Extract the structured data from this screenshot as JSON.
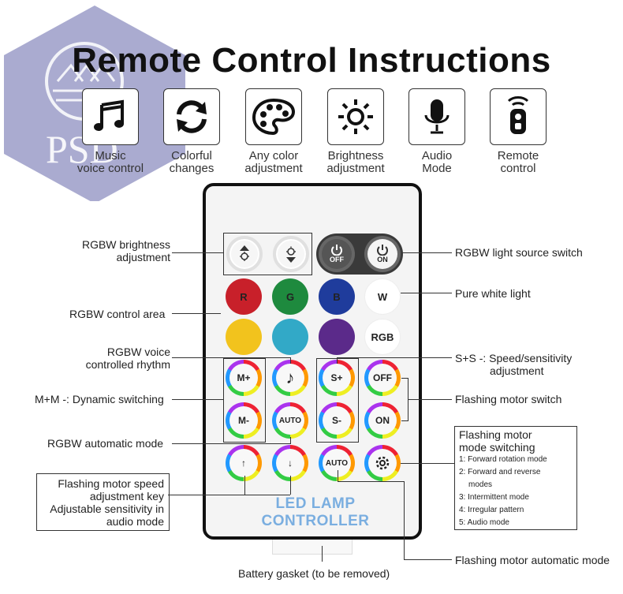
{
  "title": "Remote Control Instructions",
  "watermark": {
    "text": "PSD"
  },
  "features": [
    {
      "icon": "music-notes-icon",
      "line1": "Music",
      "line2": "voice control"
    },
    {
      "icon": "refresh-arrows-icon",
      "line1": "Colorful",
      "line2": "changes"
    },
    {
      "icon": "palette-icon",
      "line1": "Any color",
      "line2": "adjustment"
    },
    {
      "icon": "sun-brightness-icon",
      "line1": "Brightness",
      "line2": "adjustment"
    },
    {
      "icon": "microphone-icon",
      "line1": "Audio",
      "line2": "Mode"
    },
    {
      "icon": "remote-icon",
      "line1": "Remote",
      "line2": "control"
    }
  ],
  "remote": {
    "buttons": {
      "off": "OFF",
      "on": "ON",
      "r": "R",
      "g": "G",
      "b": "B",
      "w": "W",
      "rgb": "RGB",
      "m_plus": "M+",
      "m_minus": "M-",
      "auto1": "AUTO",
      "s_plus": "S+",
      "s_minus": "S-",
      "flash_off": "OFF",
      "flash_on": "ON",
      "auto2": "AUTO"
    },
    "footer": "LED LAMP CONTROLLER",
    "colors": {
      "red": "#c8202a",
      "green": "#1e8a3e",
      "blue": "#1f3c9c",
      "yellow": "#f2c31d",
      "cyan": "#32a9c7",
      "purple": "#5b2a8a",
      "white": "#ffffff"
    }
  },
  "annotations": {
    "brightness_1": "RGBW brightness",
    "brightness_2": "adjustment",
    "control_area": "RGBW control area",
    "voice_1": "RGBW voice",
    "voice_2": "controlled rhythm",
    "dynamic": "M+M -: Dynamic switching",
    "auto_mode": "RGBW automatic mode",
    "motor_speed_1": "Flashing motor speed",
    "motor_speed_2": "adjustment key",
    "motor_speed_3": "Adjustable sensitivity in",
    "motor_speed_4": "audio mode",
    "light_switch": "RGBW light source switch",
    "pure_white": "Pure white light",
    "speed_1": "S+S -: Speed/sensitivity",
    "speed_2": "adjustment",
    "motor_switch": "Flashing motor switch",
    "mode_switch_title_1": "Flashing motor",
    "mode_switch_title_2": "mode switching",
    "mode_items": [
      "1: Forward rotation mode",
      "2: Forward and reverse",
      "modes",
      "3: Intermittent mode",
      "4: Irregular pattern",
      "5: Audio mode"
    ],
    "motor_auto": "Flashing motor automatic mode",
    "battery": "Battery gasket (to be removed)"
  }
}
